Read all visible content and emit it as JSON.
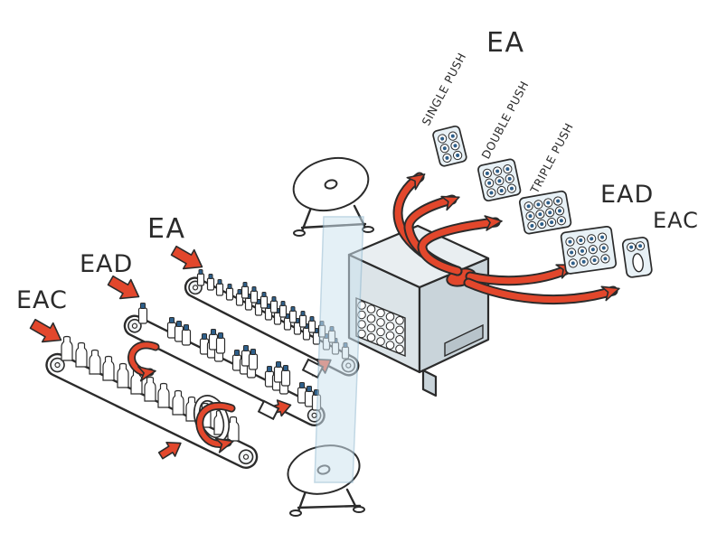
{
  "labels": {
    "output_group": "EA",
    "single_push": "SINGLE PUSH",
    "double_push": "DOUBLE PUSH",
    "triple_push": "TRIPLE PUSH",
    "output_ead": "EAD",
    "output_eac": "EAC",
    "input_ea": "EA",
    "input_ead": "EAD",
    "input_eac": "EAC"
  },
  "colors": {
    "ink": "#2b2b2b",
    "arrow_red": "#e2472c",
    "film_blue": "#cfe4f0",
    "film_edge": "#8fb8cf",
    "machine_light": "#e9eef1",
    "machine_mid": "#dce4e8",
    "machine_dark": "#c9d4da",
    "cap_blue": "#2e5f8a",
    "pack_fill": "#e8f1f6"
  }
}
